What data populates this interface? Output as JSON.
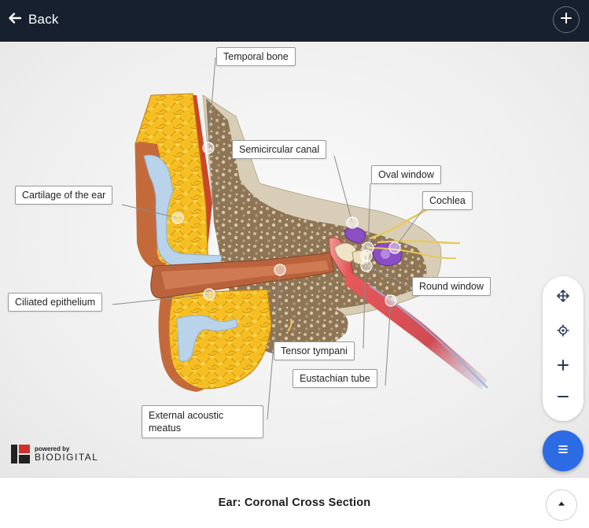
{
  "header": {
    "back_label": "Back",
    "back_icon": "arrow-left-icon",
    "add_icon": "plus-icon"
  },
  "labels": {
    "temporal_bone": "Temporal bone",
    "semicircular_canal": "Semicircular canal",
    "oval_window": "Oval window",
    "cochlea": "Cochlea",
    "cartilage": "Cartilage of the ear",
    "ciliated_epithelium": "Ciliated epithelium",
    "round_window": "Round window",
    "tensor_tympani": "Tensor tympani",
    "eustachian_tube": "Eustachian tube",
    "external_meatus": "External acoustic meatus"
  },
  "branding": {
    "powered_by": "powered by",
    "brand_name": "BIODIGITAL"
  },
  "toolbar": {
    "icons": [
      "move-icon",
      "locate-icon",
      "zoom-in-icon",
      "zoom-out-icon"
    ],
    "menu_icon": "menu-icon"
  },
  "footer": {
    "title": "Ear: Coronal Cross Section",
    "expand_icon": "chevron-up-icon"
  },
  "colors": {
    "header_bg": "#17202e",
    "accent": "#2d6be4",
    "bone": "#8a7258",
    "fat": "#f6c531",
    "cartilage": "#b9d4ec",
    "skin": "#b9623c",
    "vessel_red": "#e0464b",
    "cochlea_purple": "#8c4ec4"
  }
}
